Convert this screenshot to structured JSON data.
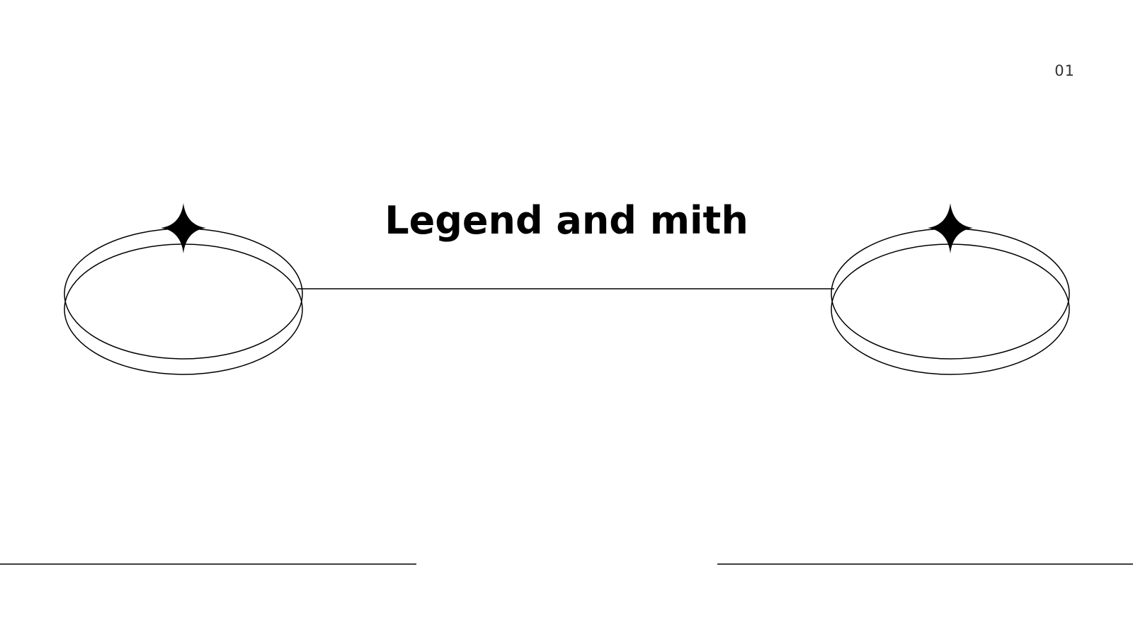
{
  "slide": {
    "title": "Legend and mith",
    "page_number": "01"
  },
  "colors": {
    "background": "#ffffff",
    "ink": "#000000",
    "page_number": "#333333"
  },
  "decorations": {
    "left": {
      "icon": "sparkle-icon",
      "shape": "ring-ellipse"
    },
    "right": {
      "icon": "sparkle-icon",
      "shape": "ring-ellipse"
    }
  }
}
